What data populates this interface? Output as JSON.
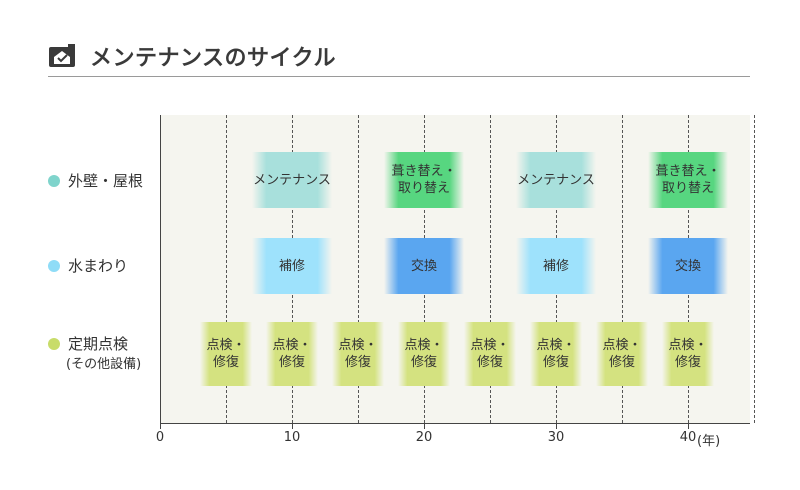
{
  "title": "メンテナンスのサイクル",
  "icon": "house-check-icon",
  "colors": {
    "exterior_dot": "#7fd4cc",
    "water_dot": "#8fdcf7",
    "inspection_dot": "#c8dc6a"
  },
  "rows": [
    {
      "label": "外壁・屋根",
      "sublabel": ""
    },
    {
      "label": "水まわり",
      "sublabel": ""
    },
    {
      "label": "定期点検",
      "sublabel": "(その他設備)"
    }
  ],
  "x_axis": {
    "ticks": [
      "0",
      "10",
      "20",
      "30",
      "40"
    ],
    "unit": "(年)",
    "range": [
      0,
      45
    ]
  },
  "exterior": [
    {
      "start": 7,
      "end": 13,
      "label": "メンテナンス"
    },
    {
      "start": 17,
      "end": 23,
      "label": "葺き替え・\n取り替え"
    },
    {
      "start": 27,
      "end": 33,
      "label": "メンテナンス"
    },
    {
      "start": 37,
      "end": 43,
      "label": "葺き替え・\n取り替え"
    }
  ],
  "water": [
    {
      "start": 7,
      "end": 13,
      "label": "補修"
    },
    {
      "start": 17,
      "end": 23,
      "label": "交換"
    },
    {
      "start": 27,
      "end": 33,
      "label": "補修"
    },
    {
      "start": 37,
      "end": 43,
      "label": "交換"
    }
  ],
  "inspection": [
    {
      "start": 3,
      "end": 7,
      "label": "点検・\n修復"
    },
    {
      "start": 8,
      "end": 12,
      "label": "点検・\n修復"
    },
    {
      "start": 13,
      "end": 17,
      "label": "点検・\n修復"
    },
    {
      "start": 18,
      "end": 22,
      "label": "点検・\n修復"
    },
    {
      "start": 23,
      "end": 27,
      "label": "点検・\n修復"
    },
    {
      "start": 28,
      "end": 32,
      "label": "点検・\n修復"
    },
    {
      "start": 33,
      "end": 37,
      "label": "点検・\n修復"
    },
    {
      "start": 38,
      "end": 42,
      "label": "点検・\n修復"
    }
  ],
  "gridlines": [
    5,
    10,
    15,
    20,
    25,
    30,
    35,
    40,
    45
  ]
}
